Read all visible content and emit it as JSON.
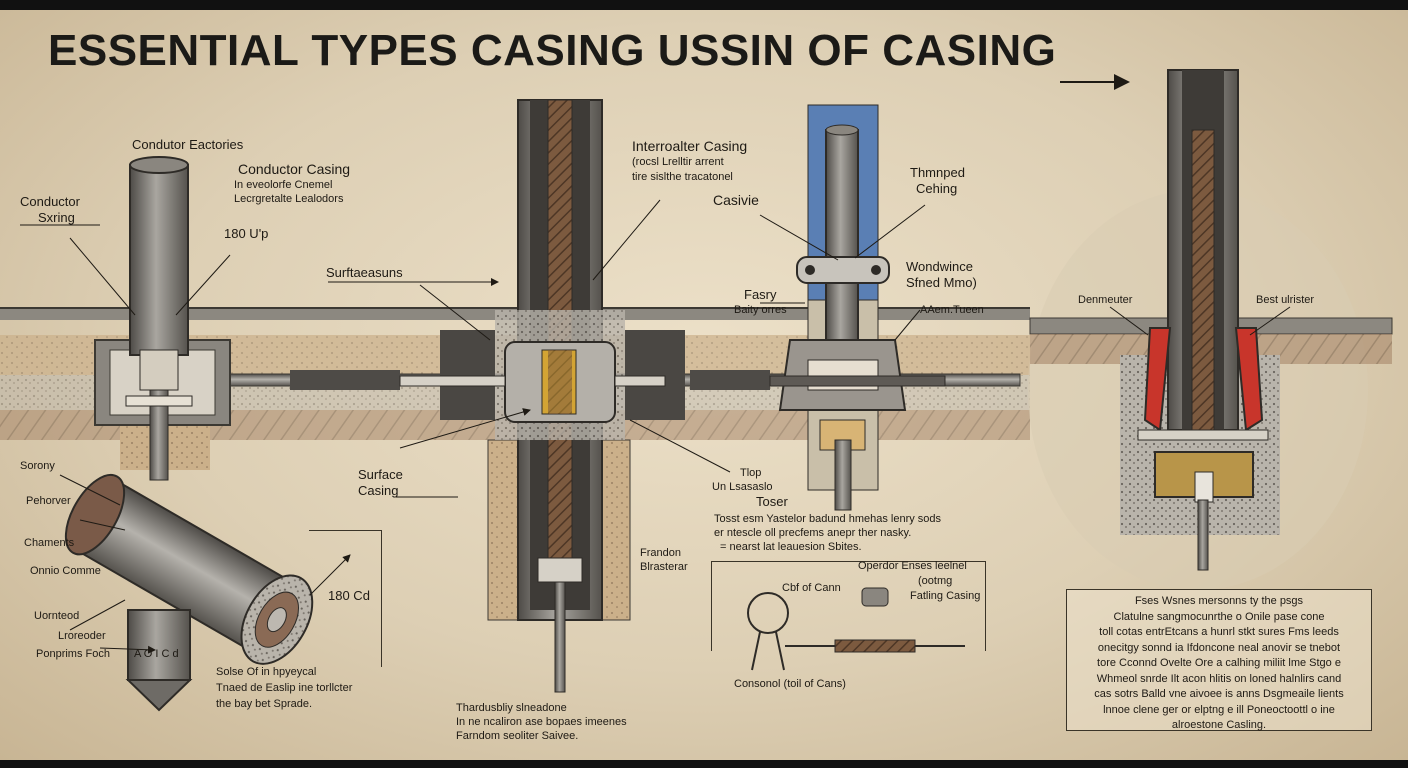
{
  "title": "ESSENTIAL  TYPES CASING USSIN OF CASING",
  "colors": {
    "background": "#e3d6bc",
    "steel": "#6e6b66",
    "rod": "#7a5438",
    "soil": "#c7a982",
    "blue_fluid": "#5a7fb4",
    "red_seal": "#c8352b",
    "brass": "#b89549"
  },
  "labels": {
    "conductor_eactories": "Condutor Eactories",
    "conductor_casing": "Conductor Casing",
    "conductor_casing_sub1": "In eveolorfe Cnemel",
    "conductor_casing_sub2": "Lecrgretalte Lealodors",
    "conductor_string_1": "Conductor",
    "conductor_string_2": "Sxring",
    "up_180": "180 U'p",
    "surfaeasuns": "Surftaeasuns",
    "intermediate_casing": "Interroalter Casing",
    "intermediate_sub1": "(rocsl Lrelltir arrent",
    "intermediate_sub2": "tire sislthe tracatonel",
    "casivie": "Casivie",
    "thmnped_1": "Thmnped",
    "thmnped_2": "Cehing",
    "wondwince_1": "Wondwince",
    "wondwince_2": "Sfned Mmo)",
    "fasry_1": "Fasry",
    "fasry_2": "Baity orres",
    "aaem_tueen": "AAem.Tueen",
    "denmeuter": "Denmeuter",
    "best_ulrister": "Best ulrister",
    "sorony": "Sorony",
    "pehorver": "Pehorver",
    "chaments": "Chaments",
    "onnio_comme": "Onnio Comme",
    "uornteod": "Uornteod",
    "lroreoder": "Lroreoder",
    "ponprims_foch": "Ponprims Foch",
    "aoicd": "A O I C d",
    "cd_180": "180 Cd",
    "surface_casing_1": "Surface",
    "surface_casing_2": "Casing",
    "solse_1": "Solse Of in hpyeycal",
    "solse_2": "Tnaed de Easlip ine torllcter",
    "solse_3": "the bay bet Sprade.",
    "thardusbliy_1": "Thardusbliy slneadone",
    "thardusbliy_2": "In ne ncaliron ase bopaes imeenes",
    "thardusbliy_3": "Farndom seoliter Saivee.",
    "frandon_1": "Frandon",
    "frandon_2": "Blrasterar",
    "tlop_1": "Tlop",
    "tlop_2": "Un Lsasaslo",
    "toser": "Toser",
    "toser_desc_1": "Tosst esm Yastelor badund hmehas lenry sods",
    "toser_desc_2": "er ntescle oll precfems anepr ther nasky.",
    "toser_desc_3": "= nearst lat leauesion Sbites.",
    "operdor_1": "Operdor Enses leelnel",
    "operdor_2": "(ootmg",
    "operdor_3": "Fatling Casing",
    "cbf_of_cann": "Cbf of Cann",
    "consonol": "Consonol (toil of Cans)"
  },
  "notes": [
    "Fses Wsnes mersonns ty the psgs",
    "Clatulne sangmocunrthe o Onile pase cone",
    "toll cotas entrEtcans a hunrl stkt sures Fms leeds",
    "onecitgy sonnd ia Ifdoncone neal anovir se tnebot",
    "tore Cconnd Ovelte Ore a calhing miliit lme Stgo e",
    "Whmeol snrde Ilt acon hlitis on loned halnlirs cand",
    "cas sotrs Balld vne aivoee is anns Dsgmeaile lients",
    "lnnoe clene ger or elptng e ill Poneoctoottl o ine",
    "alroestone Casling."
  ]
}
